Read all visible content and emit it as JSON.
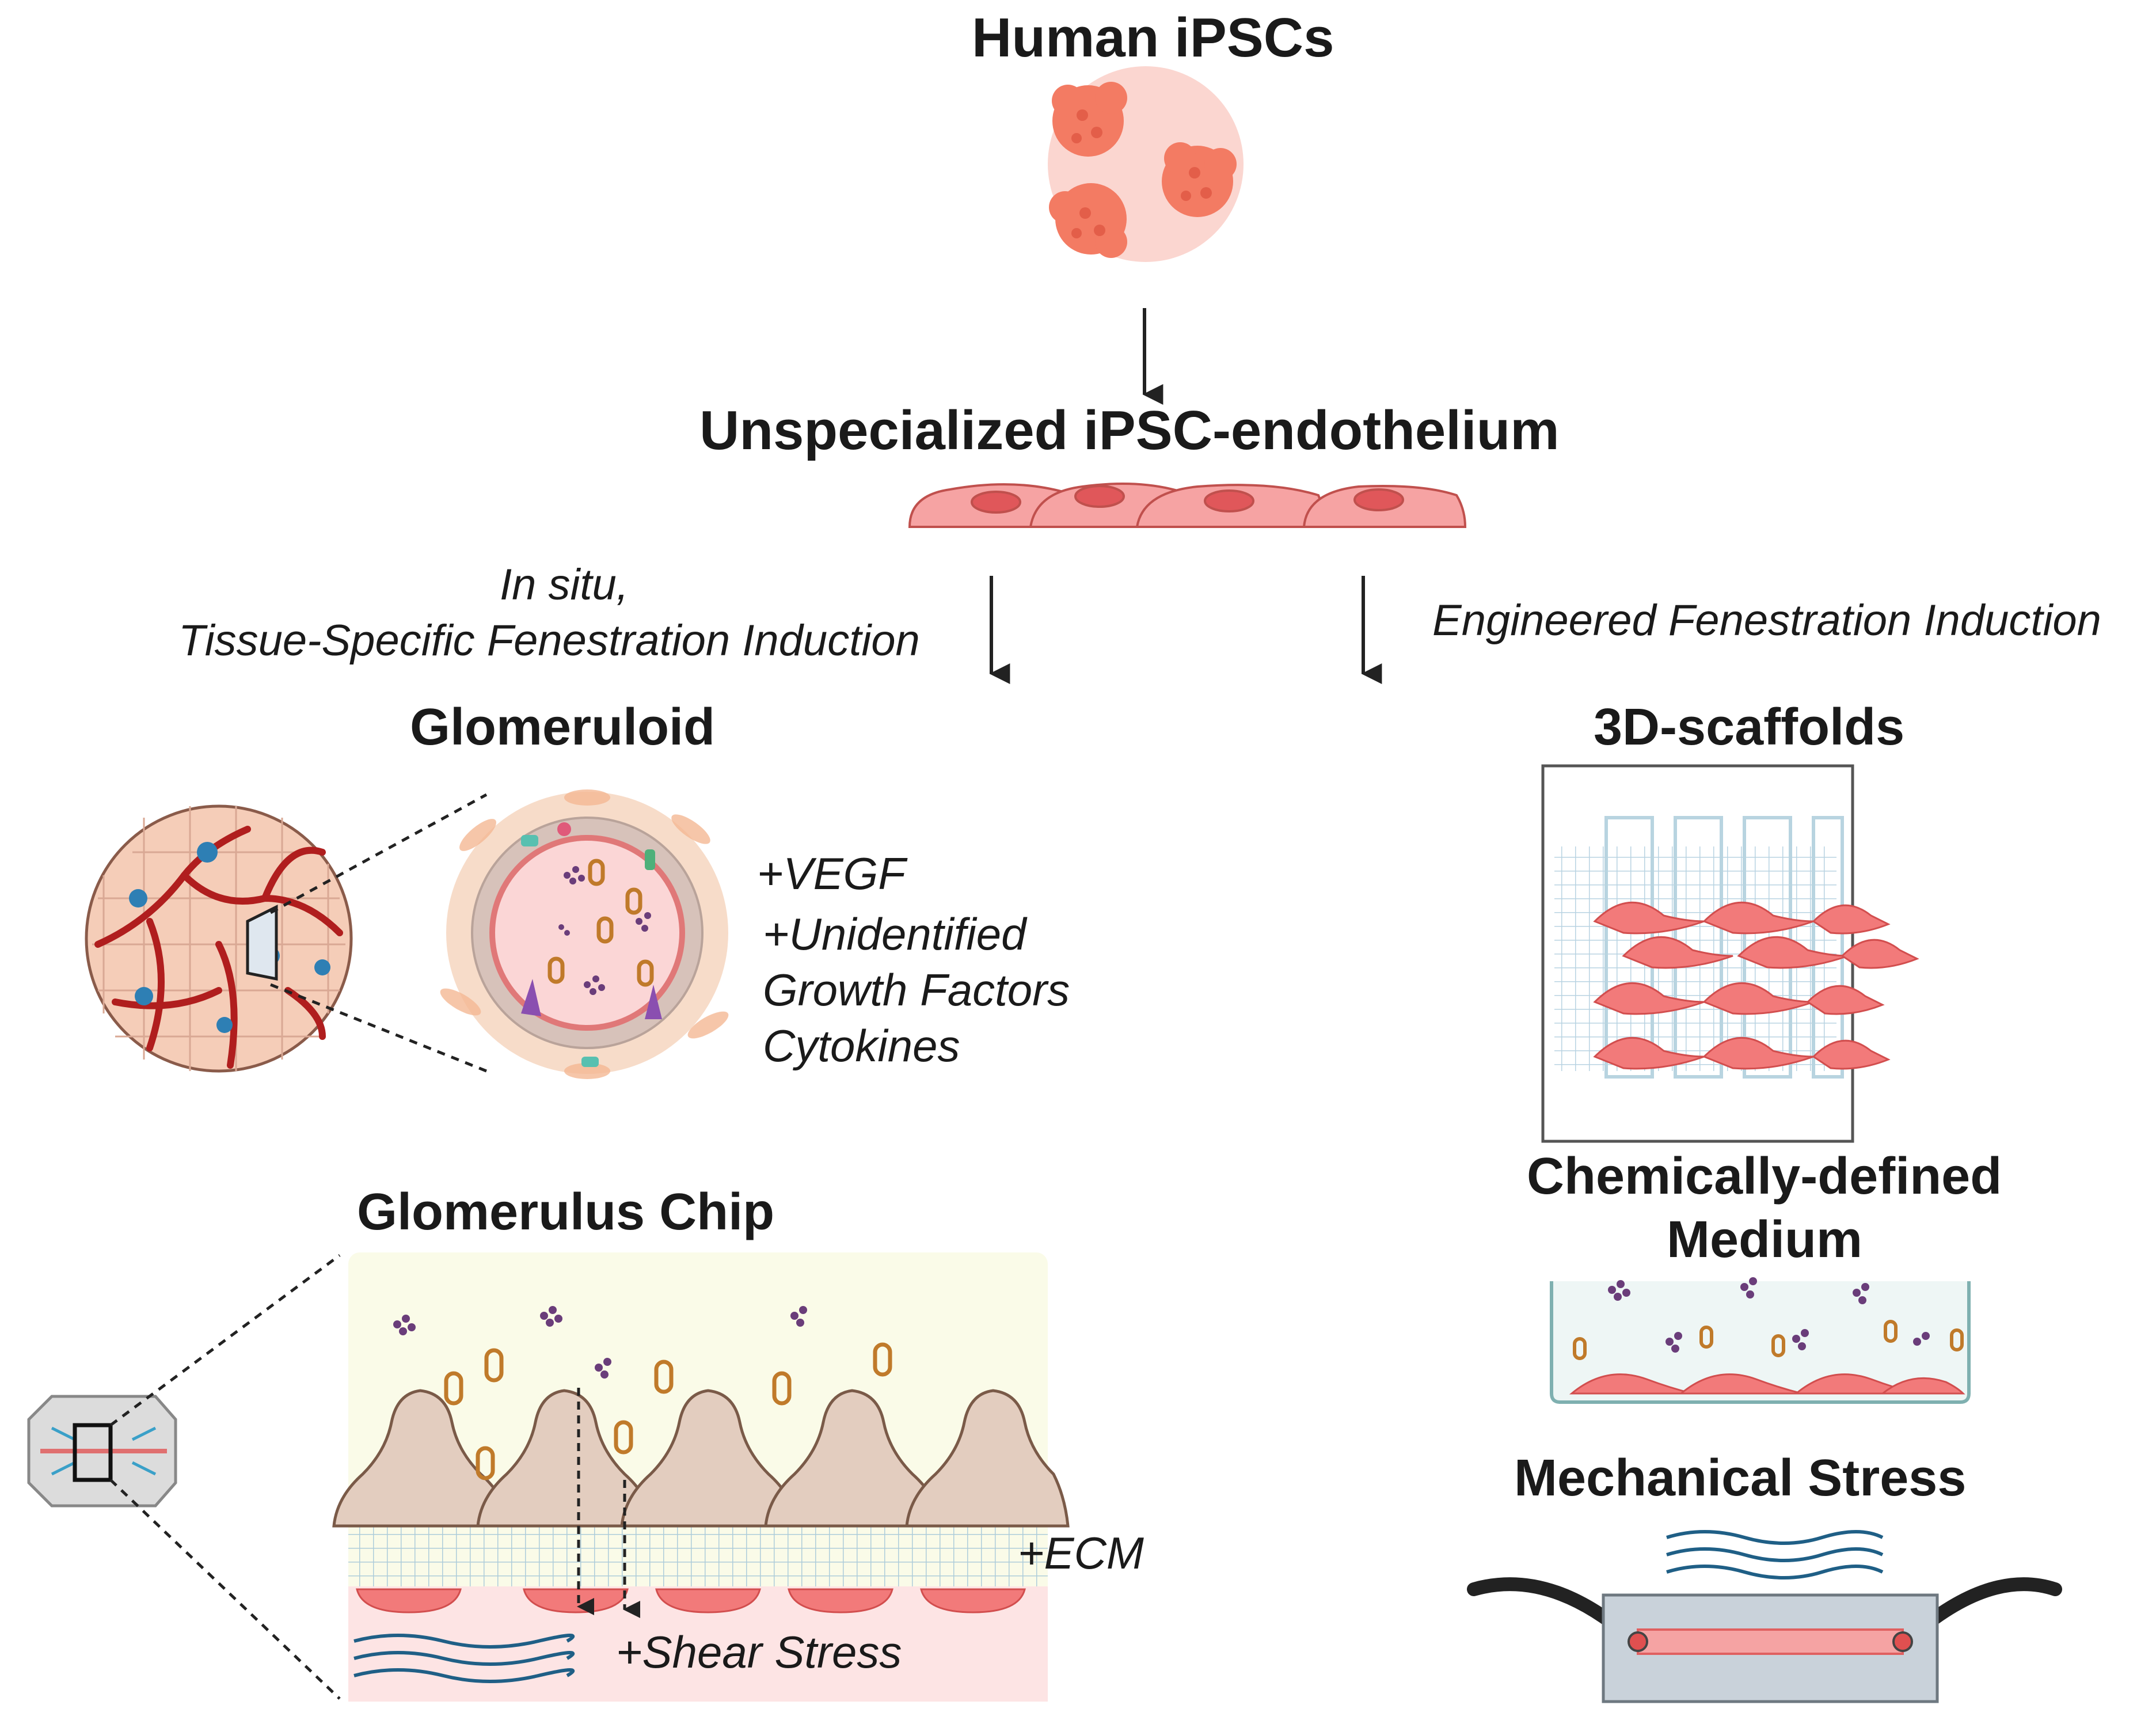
{
  "titles": {
    "ipsc": "Human iPSCs",
    "endothelium": "Unspecialized iPSC-endothelium",
    "glomeruloid": "Glomeruloid",
    "chip": "Glomerulus Chip",
    "scaffolds": "3D-scaffolds",
    "medium_line1": "Chemically-defined",
    "medium_line2": "Medium",
    "mechanical": "Mechanical Stress"
  },
  "branches": {
    "left_line1": "In situ,",
    "left_line2": "Tissue-Specific Fenestration Induction",
    "right": "Engineered Fenestration Induction"
  },
  "factors": {
    "vegf": "+VEGF",
    "unidentified": "+Unidentified",
    "growth": "Growth Factors",
    "cytokines": "Cytokines"
  },
  "chip_labels": {
    "ecm": "+ECM",
    "shear": "+Shear Stress"
  },
  "colors": {
    "cell_pink": "#f08a8a",
    "cell_nucleus": "#e0575a",
    "vessel_red": "#b02020",
    "podocyte": "#e3cdbf",
    "vesicle_purple": "#6a3d7a",
    "rbc_orange": "#c87a2a",
    "flow_blue": "#1f5f86",
    "chip_bg": "#fafbe8",
    "chip_bottom": "#fde4e4"
  }
}
